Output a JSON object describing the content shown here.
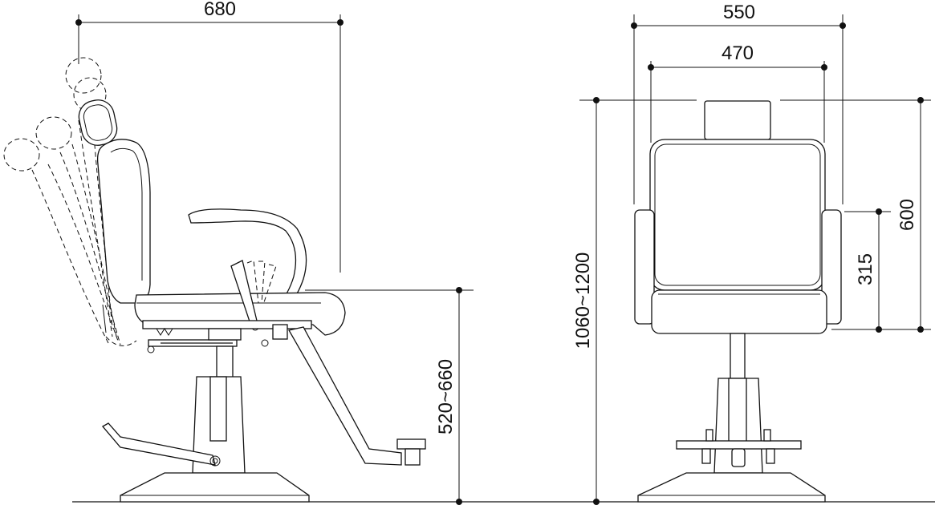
{
  "dimensions": {
    "side_depth": "680",
    "outer_width": "550",
    "inner_width": "470",
    "seat_height_range": "520~660",
    "total_height_range": "1060~1200",
    "backrest_height": "600",
    "armrest_height": "315"
  }
}
